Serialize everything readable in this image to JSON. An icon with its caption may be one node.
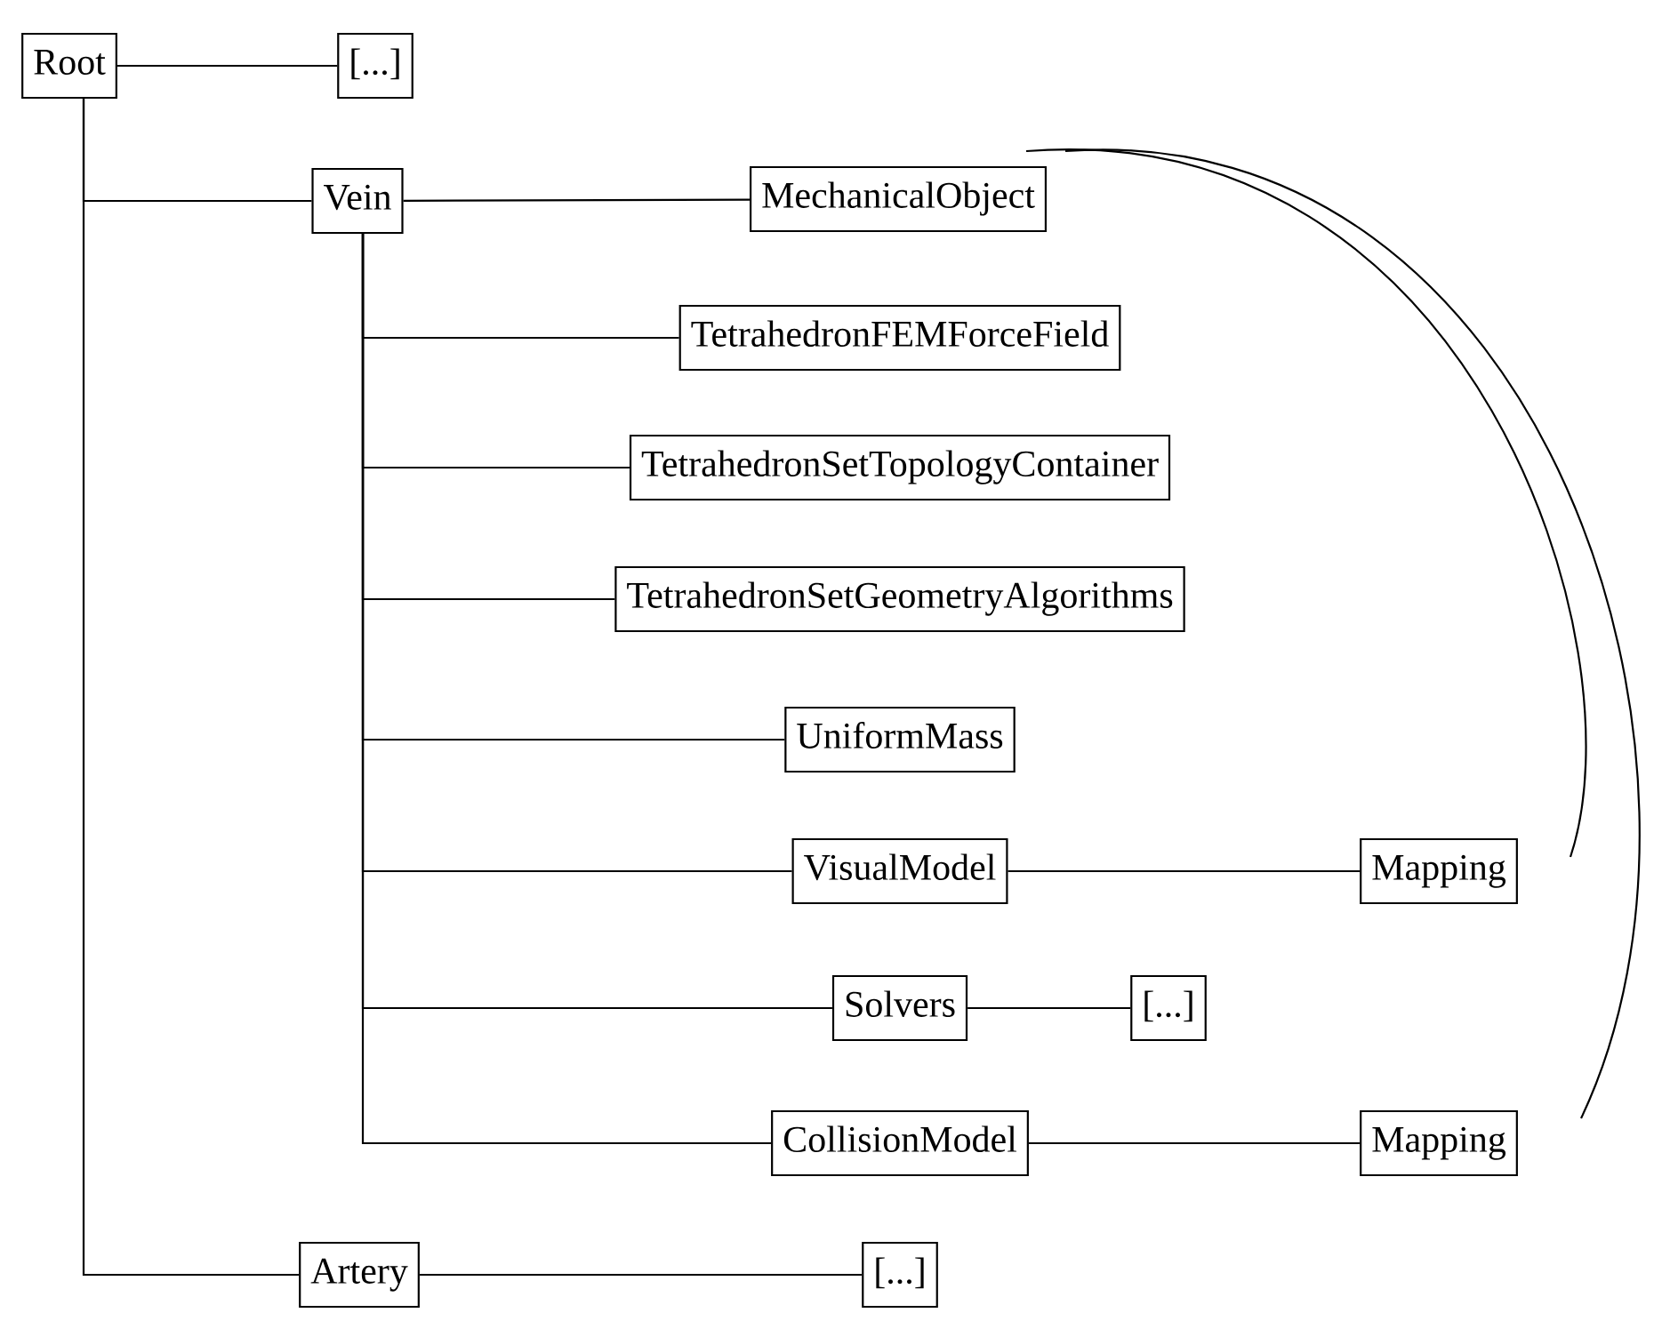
{
  "diagram": {
    "nodes": [
      {
        "text": [
          "Root"
        ]
      },
      {
        "text": [
          "[...]"
        ]
      },
      {
        "text": [
          "Vein"
        ]
      },
      {
        "text": [
          "MechanicalObject"
        ]
      },
      {
        "text": [
          "TetrahedronFEMForceField"
        ]
      },
      {
        "text": [
          "TetrahedronSetTopologyContainer"
        ]
      },
      {
        "text": [
          "TetrahedronSetGeometryAlgorithms"
        ]
      },
      {
        "text": [
          "UniformMass"
        ]
      },
      {
        "text": [
          "VisualModel"
        ]
      },
      {
        "text": [
          "Mapping"
        ]
      },
      {
        "text": [
          "Solvers"
        ]
      },
      {
        "text": [
          "[...]"
        ]
      },
      {
        "text": [
          "CollisionModel"
        ]
      },
      {
        "text": [
          "Mapping"
        ]
      },
      {
        "text": [
          "Artery"
        ]
      },
      {
        "text": [
          "[...]"
        ]
      }
    ],
    "edges": [
      {
        "from": 0,
        "to": 1,
        "arrow": "none"
      },
      {
        "from": 0,
        "to": 2,
        "arrow": "none"
      },
      {
        "from": 0,
        "to": 14,
        "arrow": "none"
      },
      {
        "from": 2,
        "to": 3,
        "arrow": "none"
      },
      {
        "from": 2,
        "to": 4,
        "arrow": "none"
      },
      {
        "from": 2,
        "to": 5,
        "arrow": "none"
      },
      {
        "from": 2,
        "to": 6,
        "arrow": "none"
      },
      {
        "from": 2,
        "to": 7,
        "arrow": "none"
      },
      {
        "from": 2,
        "to": 8,
        "arrow": "none"
      },
      {
        "from": 2,
        "to": 10,
        "arrow": "none"
      },
      {
        "from": 2,
        "to": 12,
        "arrow": "none"
      },
      {
        "from": 8,
        "to": 9,
        "arrow": "none"
      },
      {
        "from": 10,
        "to": 11,
        "arrow": "none"
      },
      {
        "from": 12,
        "to": 13,
        "arrow": "none"
      },
      {
        "from": 14,
        "to": 15,
        "arrow": "none"
      },
      {
        "from": 9,
        "to": 3,
        "arrow": "none"
      },
      {
        "from": 13,
        "to": 3,
        "arrow": "none"
      }
    ]
  }
}
